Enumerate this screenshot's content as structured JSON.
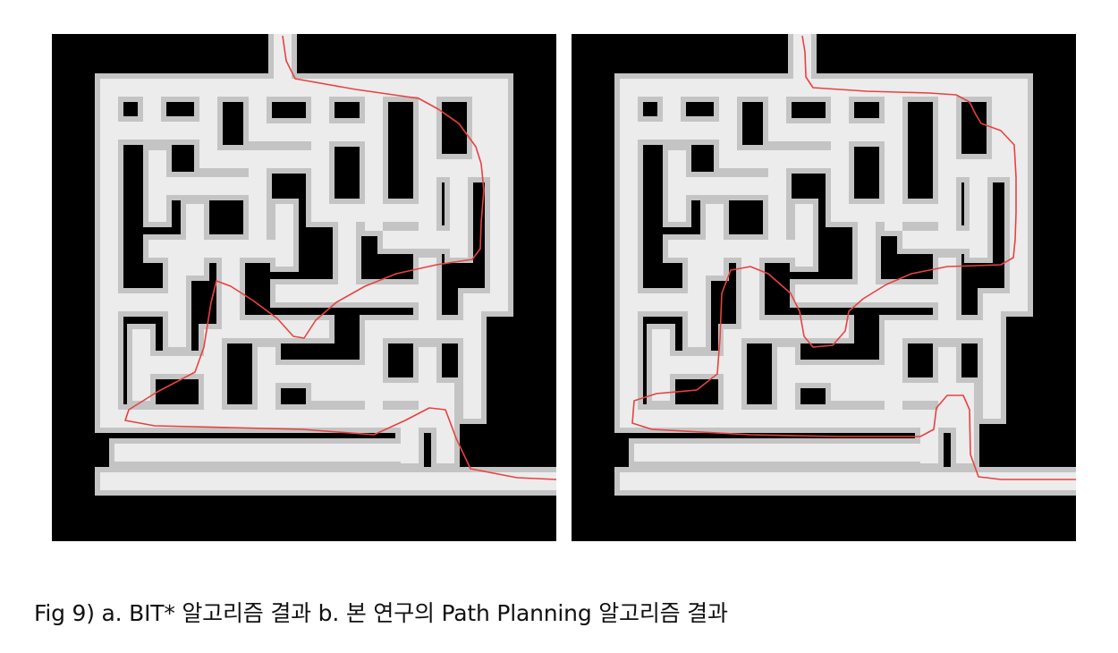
{
  "figures": [
    {
      "panel": "a",
      "path_color": "#e8423f"
    },
    {
      "panel": "b",
      "path_color": "#e8423f"
    }
  ],
  "caption": "Fig 9) a. BIT* 알고리즘 결과 b. 본 연구의 Path Planning 알고리즘 결과",
  "colors": {
    "wall": "#000000",
    "corridor": "#ececec",
    "corridor_edge": "#c4c4c4",
    "path": "#e8423f"
  }
}
